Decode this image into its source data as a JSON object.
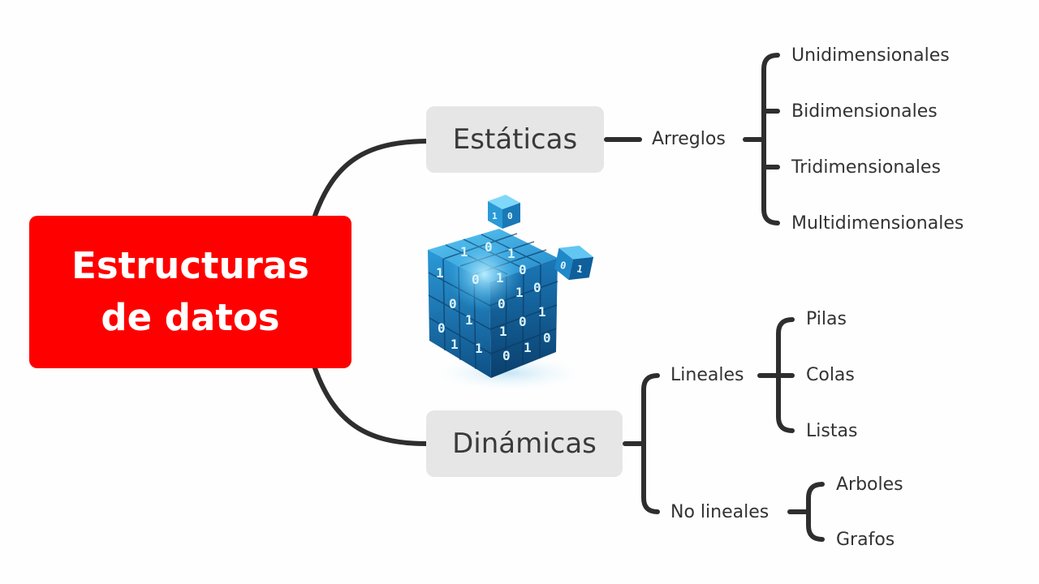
{
  "root": {
    "line1": "Estructuras",
    "line2": "de datos",
    "color": "#ff0000"
  },
  "categories": {
    "static": "Estáticas",
    "dynamic": "Dinámicas",
    "box_color": "#e6e6e6"
  },
  "static_branch": {
    "group": "Arreglos",
    "items": [
      "Unidimensionales",
      "Bidimensionales",
      "Tridimensionales",
      "Multidimensionales"
    ]
  },
  "dynamic_branch": {
    "linear": {
      "label": "Lineales",
      "items": [
        "Pilas",
        "Colas",
        "Listas"
      ]
    },
    "nonlinear": {
      "label": "No lineales",
      "items": [
        "Arboles",
        "Grafos"
      ]
    }
  },
  "illustration": {
    "icon": "binary-data-cube-icon",
    "digits": [
      "0",
      "1"
    ]
  },
  "connector_color": "#2e2e2e"
}
